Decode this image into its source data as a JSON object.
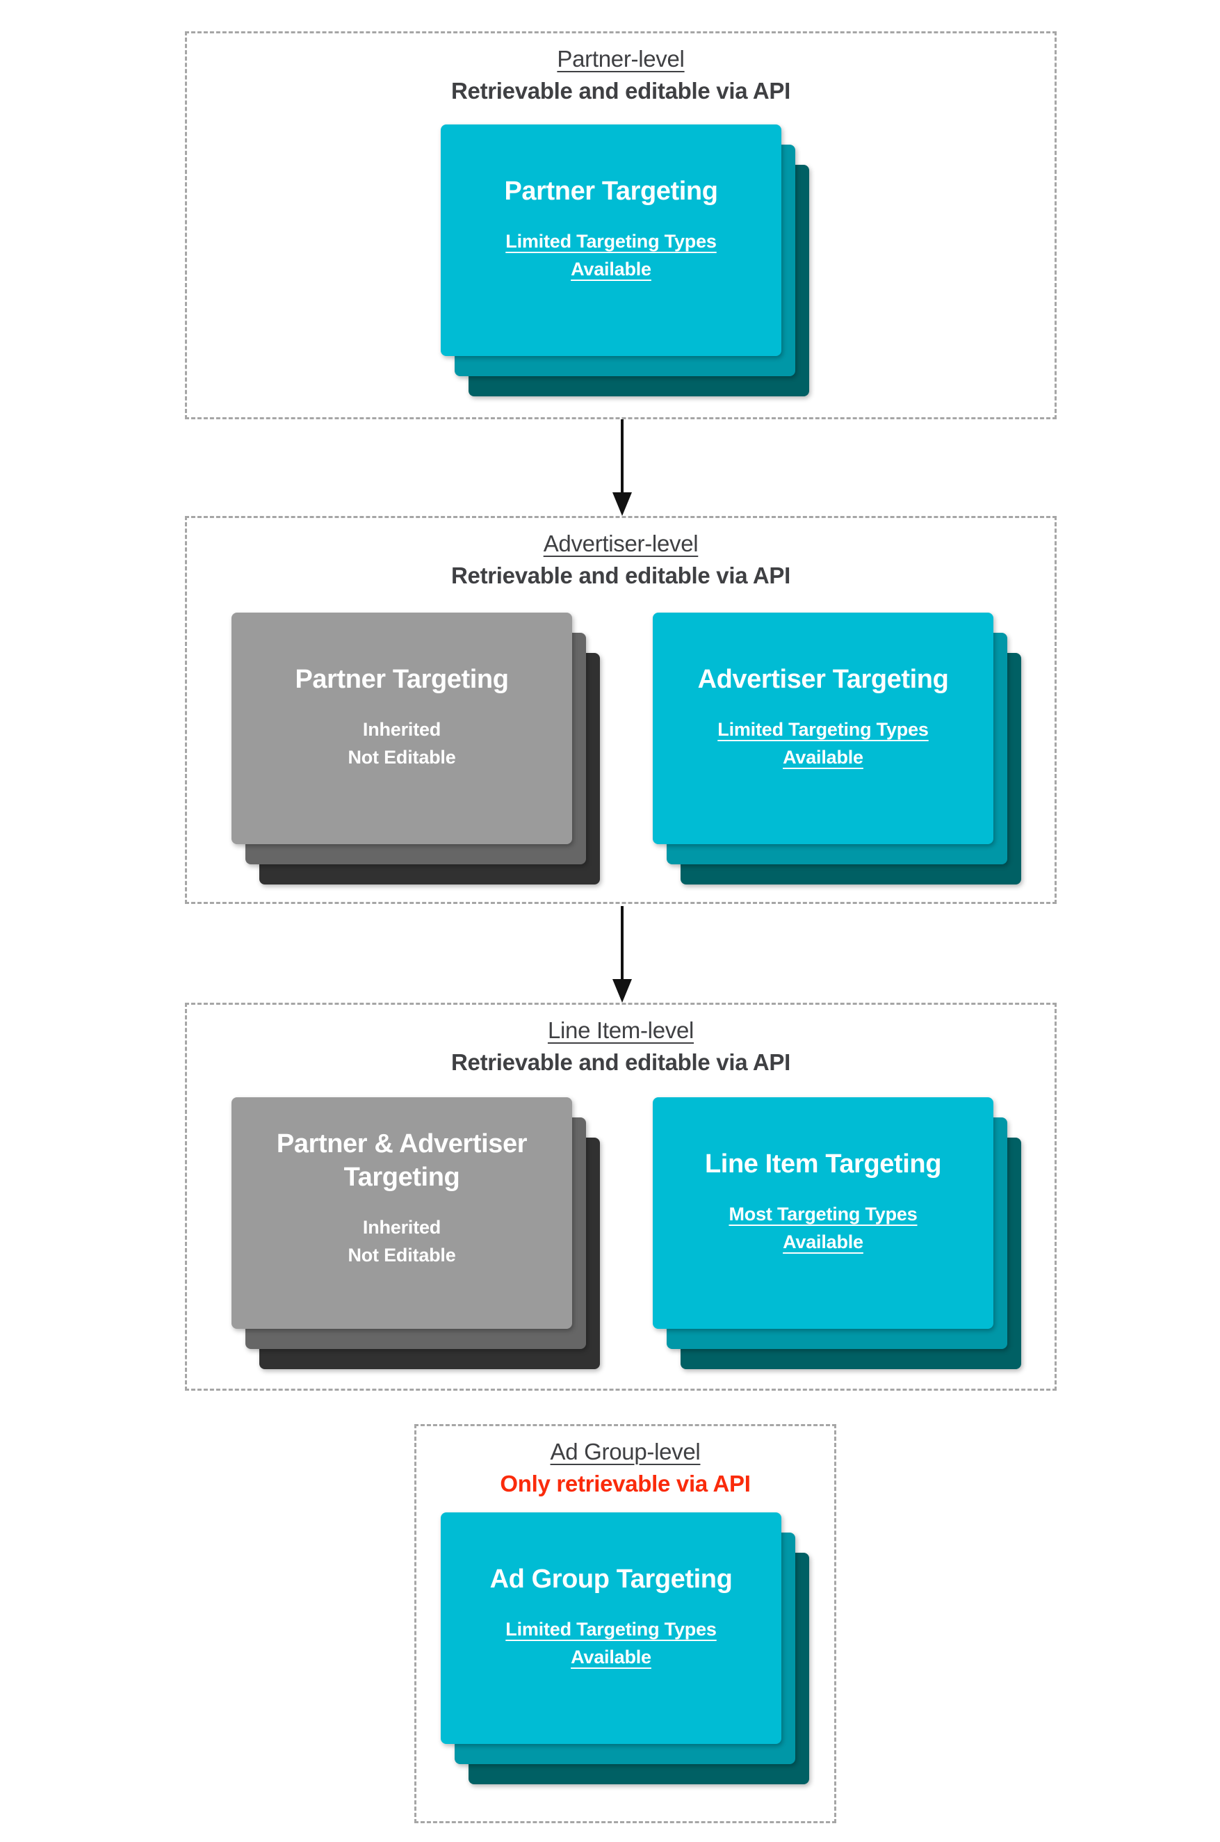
{
  "colors": {
    "teal_front": "#00bcd4",
    "teal_mid": "#0097a7",
    "teal_back": "#006064",
    "gray_front": "#9b9b9b",
    "gray_mid": "#666666",
    "gray_back": "#313131",
    "heading_text": "#3f4043",
    "red_text": "#fa2b0b",
    "card_text": "#ffffff",
    "dashed_border": "#a6a6a6",
    "arrow": "#121212"
  },
  "sections": [
    {
      "id": "partner-level",
      "title": "Partner-level",
      "subtitle": "Retrievable and editable via API",
      "subtitle_color": "dark",
      "cards": [
        {
          "style": "teal",
          "title_lines": [
            "Partner Targeting"
          ],
          "subtitle_lines": [
            "Limited Targeting Types",
            "Available"
          ],
          "subtitle_underline": true
        }
      ]
    },
    {
      "id": "advertiser-level",
      "title": "Advertiser-level",
      "subtitle": "Retrievable and editable via API",
      "subtitle_color": "dark",
      "cards": [
        {
          "style": "gray",
          "title_lines": [
            "Partner Targeting"
          ],
          "subtitle_lines": [
            "Inherited",
            "Not Editable"
          ],
          "subtitle_underline": false
        },
        {
          "style": "teal",
          "title_lines": [
            "Advertiser Targeting"
          ],
          "subtitle_lines": [
            "Limited Targeting Types",
            "Available"
          ],
          "subtitle_underline": true
        }
      ]
    },
    {
      "id": "line-item-level",
      "title": "Line Item-level",
      "subtitle": "Retrievable and editable via API",
      "subtitle_color": "dark",
      "cards": [
        {
          "style": "gray",
          "title_lines": [
            "Partner & Advertiser",
            "Targeting"
          ],
          "subtitle_lines": [
            "Inherited",
            "Not Editable"
          ],
          "subtitle_underline": false
        },
        {
          "style": "teal",
          "title_lines": [
            "Line Item Targeting"
          ],
          "subtitle_lines": [
            "Most Targeting Types",
            "Available"
          ],
          "subtitle_underline": true
        }
      ]
    },
    {
      "id": "ad-group-level",
      "title": "Ad Group-level",
      "subtitle": "Only retrievable via API",
      "subtitle_color": "red",
      "cards": [
        {
          "style": "teal",
          "title_lines": [
            "Ad Group Targeting"
          ],
          "subtitle_lines": [
            "Limited Targeting Types",
            "Available"
          ],
          "subtitle_underline": true
        }
      ]
    }
  ]
}
